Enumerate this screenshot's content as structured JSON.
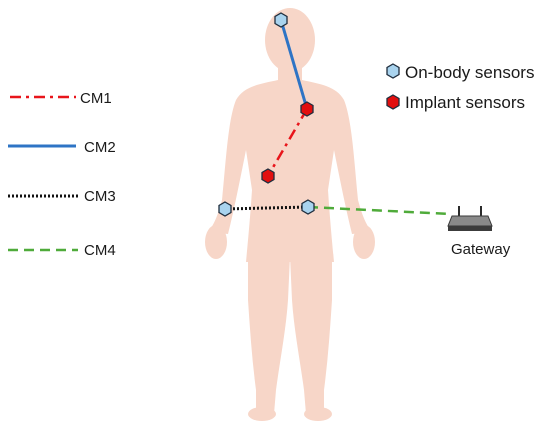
{
  "legend": {
    "on_body": "On-body sensors",
    "implant": "Implant sensors"
  },
  "links": [
    {
      "name": "CM1",
      "style": "dash-dot",
      "color": "#e8151b"
    },
    {
      "name": "CM2",
      "style": "solid",
      "color": "#2e74c5"
    },
    {
      "name": "CM3",
      "style": "dotted",
      "color": "#111111"
    },
    {
      "name": "CM4",
      "style": "dashed",
      "color": "#4fab3a"
    }
  ],
  "gateway": {
    "label": "Gateway",
    "icon": "router-icon"
  },
  "colors": {
    "body": "#f7d6c8",
    "on_body_sensor": "#a9d3ee",
    "implant_sensor": "#e20f0f"
  }
}
